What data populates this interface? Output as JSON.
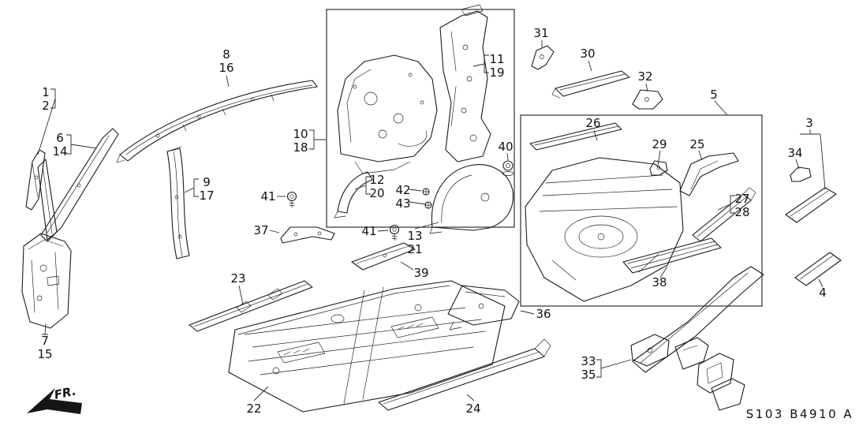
{
  "meta": {
    "code": "S103 B4910 A",
    "fr": "FR."
  },
  "callouts": {
    "n1": "1",
    "n2": "2",
    "n3": "3",
    "n4": "4",
    "n5": "5",
    "n6": "6",
    "n7": "7",
    "n8": "8",
    "n9": "9",
    "n10": "10",
    "n11": "11",
    "n12": "12",
    "n13": "13",
    "n14": "14",
    "n15": "15",
    "n16": "16",
    "n17": "17",
    "n18": "18",
    "n19": "19",
    "n20": "20",
    "n21": "21",
    "n22": "22",
    "n23": "23",
    "n24": "24",
    "n25": "25",
    "n26": "26",
    "n27": "27",
    "n28": "28",
    "n29": "29",
    "n30": "30",
    "n31": "31",
    "n32": "32",
    "n33": "33",
    "n34": "34",
    "n35": "35",
    "n36": "36",
    "n37": "37",
    "n38": "38",
    "n39": "39",
    "n40": "40",
    "n41a": "41",
    "n41b": "41",
    "n42": "42",
    "n43": "43"
  }
}
